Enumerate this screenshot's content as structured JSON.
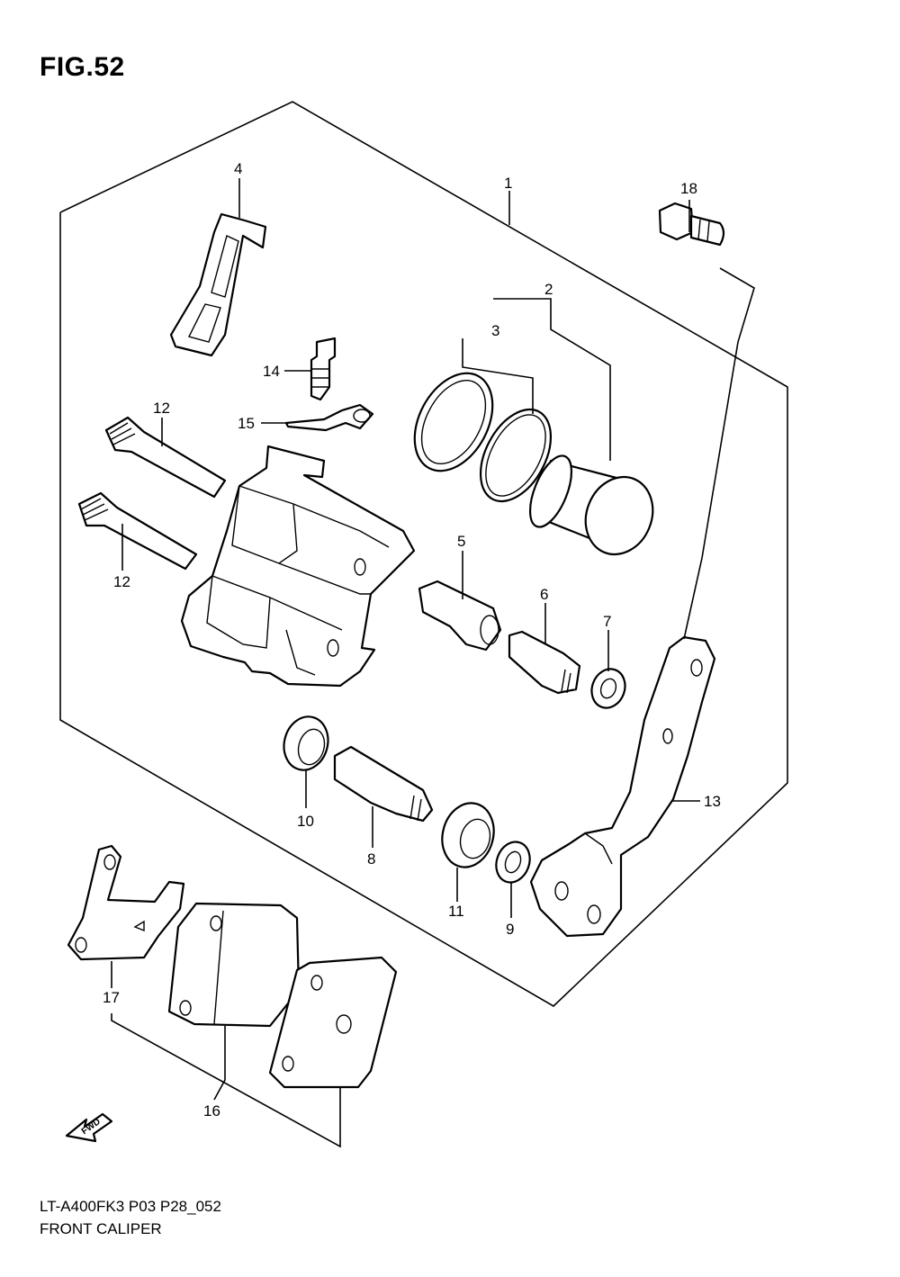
{
  "figure": {
    "title": "FIG.52",
    "model_code": "LT-A400FK3 P03 P28_052",
    "caption": "FRONT CALIPER",
    "fwd_label": "FWD"
  },
  "callouts": [
    "1",
    "2",
    "3",
    "4",
    "5",
    "6",
    "7",
    "8",
    "9",
    "10",
    "11",
    "12",
    "12",
    "13",
    "14",
    "15",
    "16",
    "17",
    "18"
  ]
}
